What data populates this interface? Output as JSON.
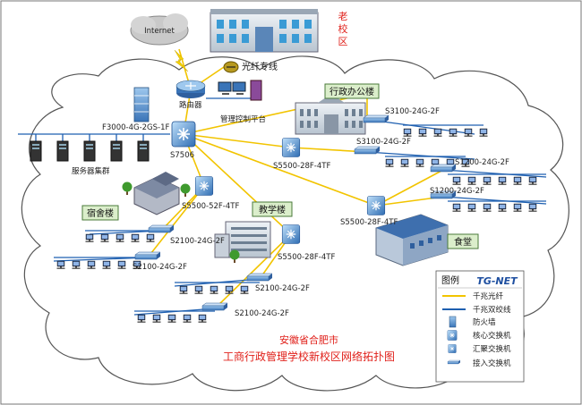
{
  "title": {
    "line1": "安徽省合肥市",
    "line2": "工商行政管理学校新校区网络拓扑图"
  },
  "labels": {
    "internet": "Internet",
    "old_campus": [
      "老",
      "校",
      "区"
    ],
    "fiber_line": "光纤专线",
    "router": "路由器",
    "mgmt_platform": "管理控制平台",
    "firewall_model": "F3000-4G-2GS-1F",
    "server_cluster": "服务器集群",
    "core_switch": "S7506",
    "admin_building": "行政办公楼",
    "dormitory": "宿舍楼",
    "teaching_building": "教学楼",
    "canteen": "食堂",
    "s3100_a": "S3100-24G-2F",
    "s3100_b": "S3100-24G-2F",
    "s5500_admin": "S5500-28F-4TF",
    "s1200_a": "S1200-24G-2F",
    "s1200_b": "S1200-24G-2F",
    "s5500_canteen": "S5500-28F-4TF",
    "s5500_dorm": "S5500-52F-4TF",
    "s2100_dorm_a": "S2100-24G-2F",
    "s2100_dorm_b": "S2100-24G-2F",
    "s5500_teach": "S5500-28F-4TF",
    "s2100_teach_a": "S2100-24G-2F",
    "s2100_teach_b": "S2100-24G-2F"
  },
  "legend": {
    "title": "图例",
    "brand": "TG-NET",
    "items": [
      {
        "label": "千兆光纤",
        "icon": "fiber-line-icon"
      },
      {
        "label": "千兆双绞线",
        "icon": "twisted-pair-line-icon"
      },
      {
        "label": "防火墙",
        "icon": "firewall-icon"
      },
      {
        "label": "核心交换机",
        "icon": "core-switch-icon"
      },
      {
        "label": "汇聚交换机",
        "icon": "aggregation-switch-icon"
      },
      {
        "label": "接入交换机",
        "icon": "access-switch-icon"
      }
    ]
  },
  "colors": {
    "fiber": "#f2c400",
    "copper": "#1e5fb0",
    "title_red": "#e0201a",
    "cloud_stroke": "#555555"
  }
}
